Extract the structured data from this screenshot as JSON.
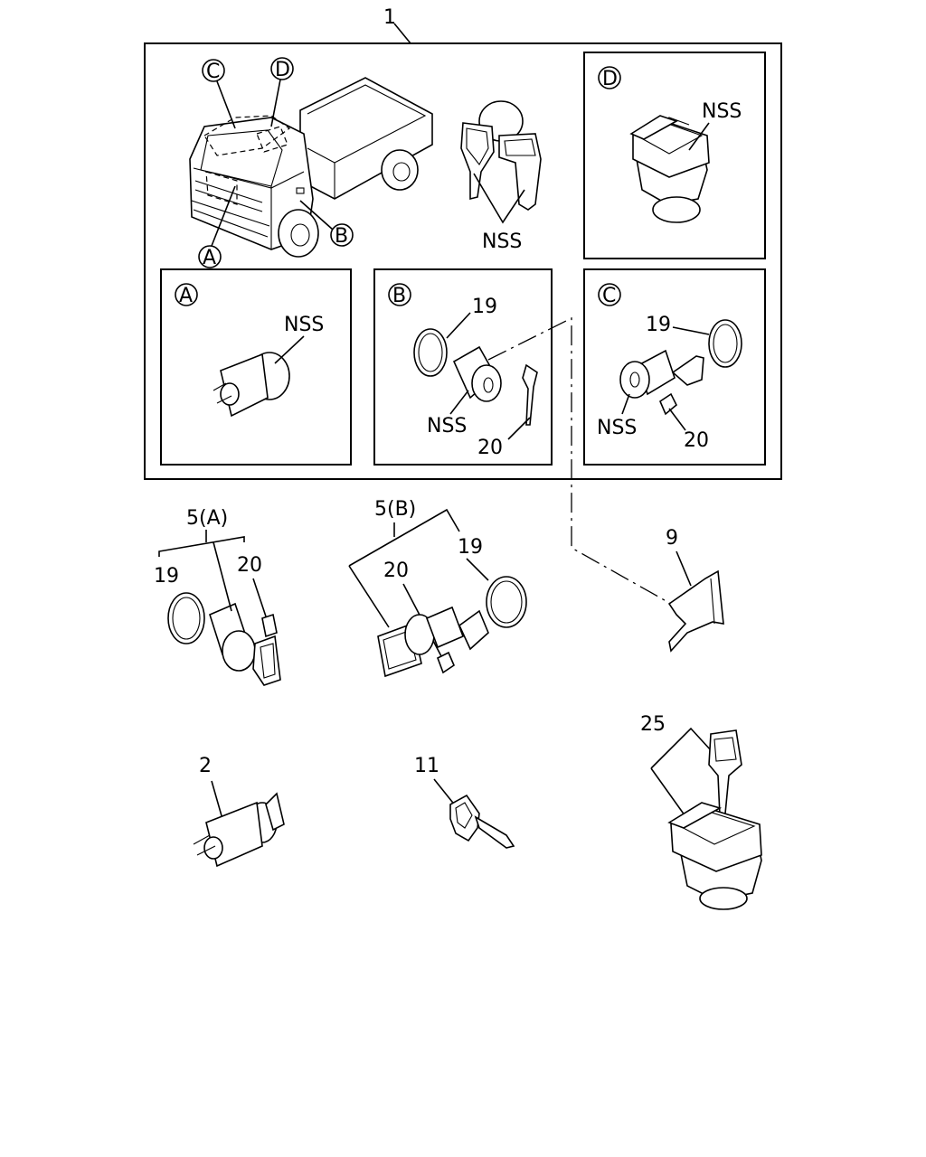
{
  "diagram": {
    "callouts": {
      "assembly": "1",
      "cyl_2": "2",
      "set_5a": "5(A)",
      "set_5b": "5(B)",
      "bracket_9": "9",
      "key_11": "11",
      "ring_19": "19",
      "clip_20": "20",
      "cap_25": "25",
      "nss": "NSS"
    },
    "positions": {
      "a": "A",
      "b": "B",
      "c": "C",
      "d": "D"
    }
  }
}
